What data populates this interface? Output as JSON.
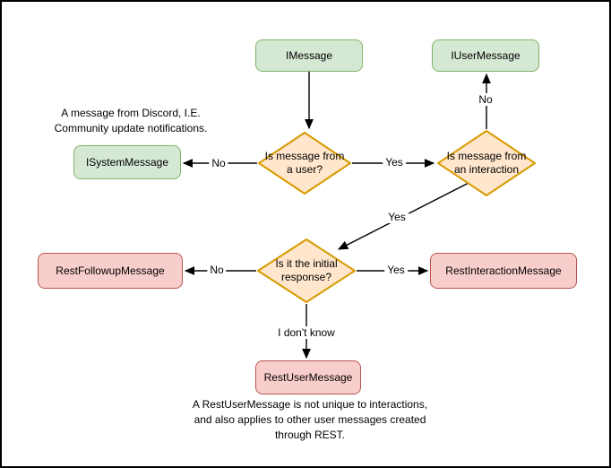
{
  "nodes": {
    "imessage": "IMessage",
    "iusermessage": "IUserMessage",
    "isystemmessage": "ISystemMessage",
    "is_from_user": "Is message from\na user?",
    "is_from_interaction": "Is message from\nan interaction",
    "is_initial_response": "Is it the initial\nresponse?",
    "restfollowupmessage": "RestFollowupMessage",
    "restinteractionmessage": "RestInteractionMessage",
    "restusermessage": "RestUserMessage"
  },
  "edge_labels": {
    "from_user_no": "No",
    "from_user_yes": "Yes",
    "interaction_no": "No",
    "interaction_yes": "Yes",
    "initial_no": "No",
    "initial_yes": "Yes",
    "initial_dont_know": "I don't know"
  },
  "annotations": {
    "system_note": "A message from Discord, I.E.\nCommunity update notifications.",
    "rest_note": "A RestUserMessage is not unique to interactions,\nand also applies to other user messages created\nthrough REST."
  },
  "colors": {
    "green_fill": "#d5e8d4",
    "green_stroke": "#82b366",
    "orange_fill": "#ffe6cc",
    "orange_stroke": "#d79b00",
    "red_fill": "#f8cecc",
    "red_stroke": "#b85450",
    "edge_color": "#000000"
  }
}
